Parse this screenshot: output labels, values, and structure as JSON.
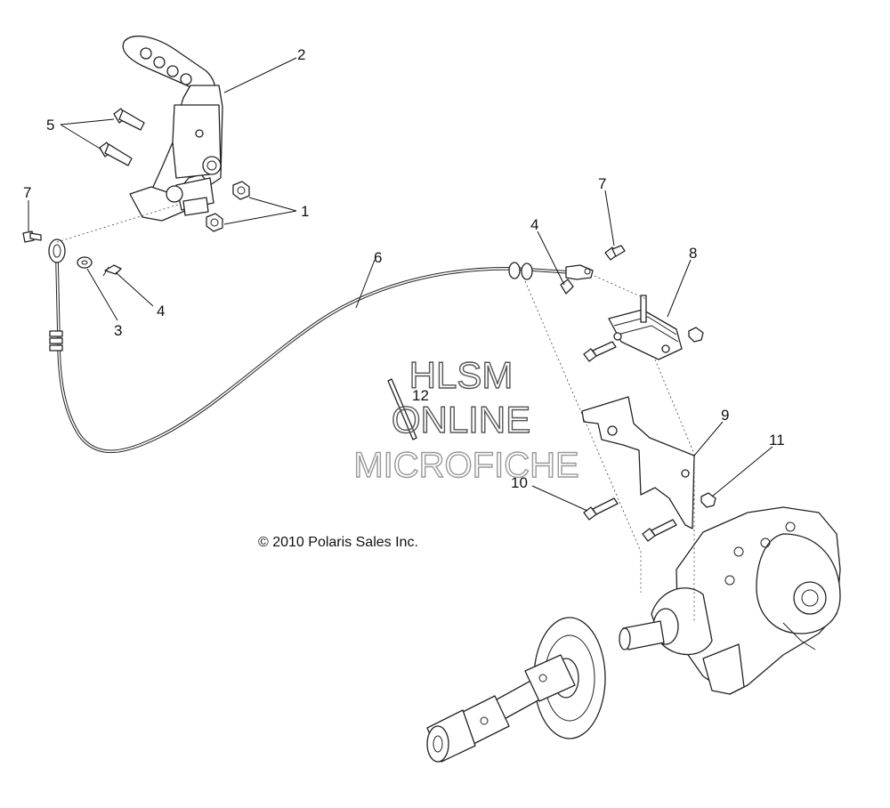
{
  "watermark": {
    "line1": "HLSM",
    "line2": "ONLINE",
    "line3": "MICROFICHE"
  },
  "copyright": "© 2010 Polaris Sales Inc.",
  "callouts": [
    {
      "id": "c1",
      "text": "1"
    },
    {
      "id": "c2",
      "text": "2"
    },
    {
      "id": "c3",
      "text": "3"
    },
    {
      "id": "c4a",
      "text": "4"
    },
    {
      "id": "c4b",
      "text": "4"
    },
    {
      "id": "c5",
      "text": "5"
    },
    {
      "id": "c6",
      "text": "6"
    },
    {
      "id": "c7a",
      "text": "7"
    },
    {
      "id": "c7b",
      "text": "7"
    },
    {
      "id": "c8",
      "text": "8"
    },
    {
      "id": "c9",
      "text": "9"
    },
    {
      "id": "c10",
      "text": "10"
    },
    {
      "id": "c11",
      "text": "11"
    },
    {
      "id": "c12",
      "text": "12"
    }
  ]
}
